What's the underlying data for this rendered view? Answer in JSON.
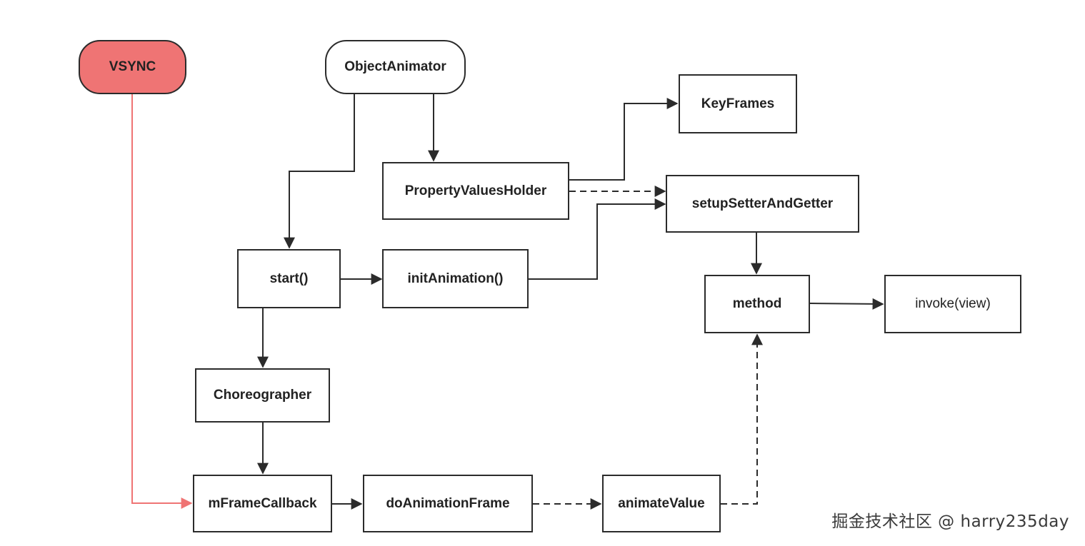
{
  "diagram": {
    "nodes": {
      "vsync": "VSYNC",
      "object_animator": "ObjectAnimator",
      "key_frames": "KeyFrames",
      "property_values_holder": "PropertyValuesHolder",
      "setup_setter_and_getter": "setupSetterAndGetter",
      "start": "start()",
      "init_animation": "initAnimation()",
      "method": "method",
      "invoke_view": "invoke(view)",
      "choreographer": "Choreographer",
      "m_frame_callback": "mFrameCallback",
      "do_animation_frame": "doAnimationFrame",
      "animate_value": "animateValue"
    },
    "edges": [
      {
        "from": "VSYNC",
        "to": "mFrameCallback",
        "style": "solid",
        "color": "#ef7474"
      },
      {
        "from": "ObjectAnimator",
        "to": "start()",
        "style": "solid"
      },
      {
        "from": "ObjectAnimator",
        "to": "PropertyValuesHolder",
        "style": "solid"
      },
      {
        "from": "PropertyValuesHolder",
        "to": "KeyFrames",
        "style": "solid"
      },
      {
        "from": "PropertyValuesHolder",
        "to": "setupSetterAndGetter",
        "style": "dashed"
      },
      {
        "from": "initAnimation()",
        "to": "setupSetterAndGetter",
        "style": "solid"
      },
      {
        "from": "start()",
        "to": "initAnimation()",
        "style": "solid"
      },
      {
        "from": "start()",
        "to": "Choreographer",
        "style": "solid"
      },
      {
        "from": "Choreographer",
        "to": "mFrameCallback",
        "style": "solid"
      },
      {
        "from": "mFrameCallback",
        "to": "doAnimationFrame",
        "style": "solid"
      },
      {
        "from": "doAnimationFrame",
        "to": "animateValue",
        "style": "dashed"
      },
      {
        "from": "animateValue",
        "to": "method",
        "style": "dashed"
      },
      {
        "from": "setupSetterAndGetter",
        "to": "method",
        "style": "solid"
      },
      {
        "from": "method",
        "to": "invoke(view)",
        "style": "solid"
      }
    ],
    "colors": {
      "line": "#2b2b2b",
      "vsync_fill": "#ef7474",
      "vsync_edge": "#ef7474"
    }
  },
  "watermark": "掘金技术社区 @ harry235day"
}
